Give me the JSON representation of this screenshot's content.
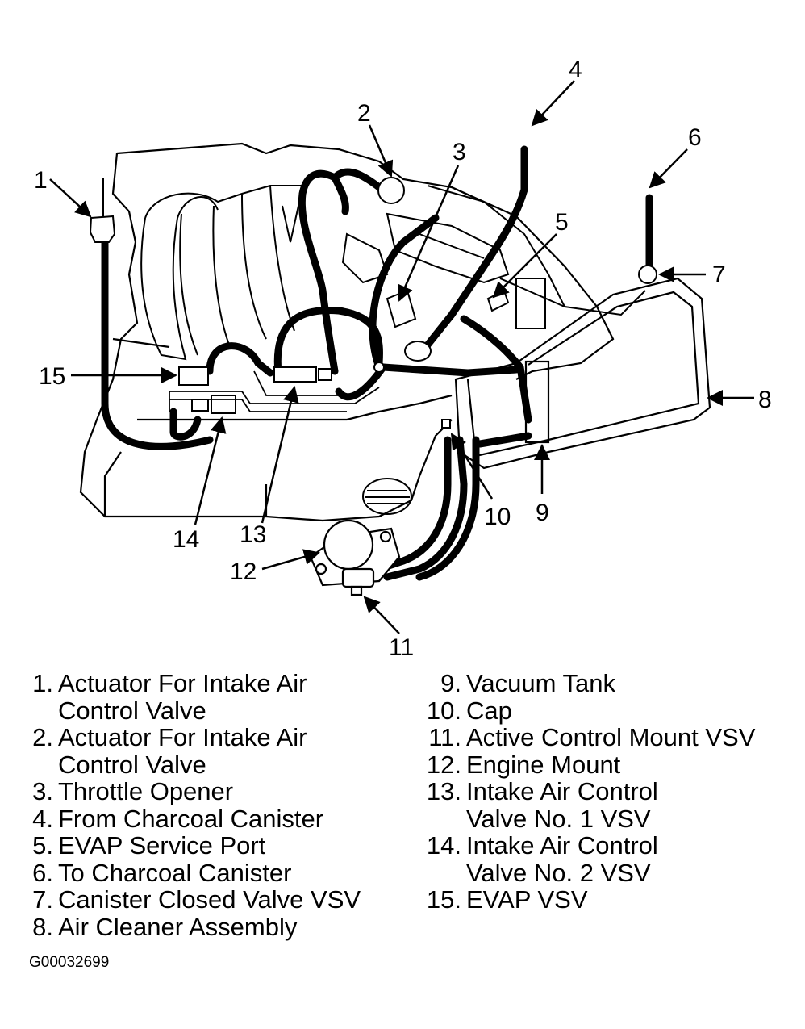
{
  "diagram": {
    "callouts": {
      "c1": "1",
      "c2": "2",
      "c3": "3",
      "c4": "4",
      "c5": "5",
      "c6": "6",
      "c7": "7",
      "c8": "8",
      "c9": "9",
      "c10": "10",
      "c11": "11",
      "c12": "12",
      "c13": "13",
      "c14": "14",
      "c15": "15"
    }
  },
  "legend_left": [
    {
      "num": "1.",
      "lines": [
        "Actuator For Intake Air",
        "Control Valve"
      ]
    },
    {
      "num": "2.",
      "lines": [
        "Actuator For Intake Air",
        "Control Valve"
      ]
    },
    {
      "num": "3.",
      "lines": [
        "Throttle Opener"
      ]
    },
    {
      "num": "4.",
      "lines": [
        "From Charcoal Canister"
      ]
    },
    {
      "num": "5.",
      "lines": [
        "EVAP Service Port"
      ]
    },
    {
      "num": "6.",
      "lines": [
        "To Charcoal Canister"
      ]
    },
    {
      "num": "7.",
      "lines": [
        "Canister Closed Valve VSV"
      ]
    },
    {
      "num": "8.",
      "lines": [
        "Air Cleaner Assembly"
      ]
    }
  ],
  "legend_right": [
    {
      "num": "9.",
      "lines": [
        "Vacuum Tank"
      ]
    },
    {
      "num": "10.",
      "lines": [
        "Cap"
      ]
    },
    {
      "num": "11.",
      "lines": [
        "Active Control Mount VSV"
      ]
    },
    {
      "num": "12.",
      "lines": [
        "Engine Mount"
      ]
    },
    {
      "num": "13.",
      "lines": [
        "Intake Air Control",
        "Valve No. 1 VSV"
      ]
    },
    {
      "num": "14.",
      "lines": [
        "Intake Air Control",
        "Valve No. 2 VSV"
      ]
    },
    {
      "num": "15.",
      "lines": [
        "EVAP VSV"
      ]
    }
  ],
  "figure_code": "G00032699"
}
